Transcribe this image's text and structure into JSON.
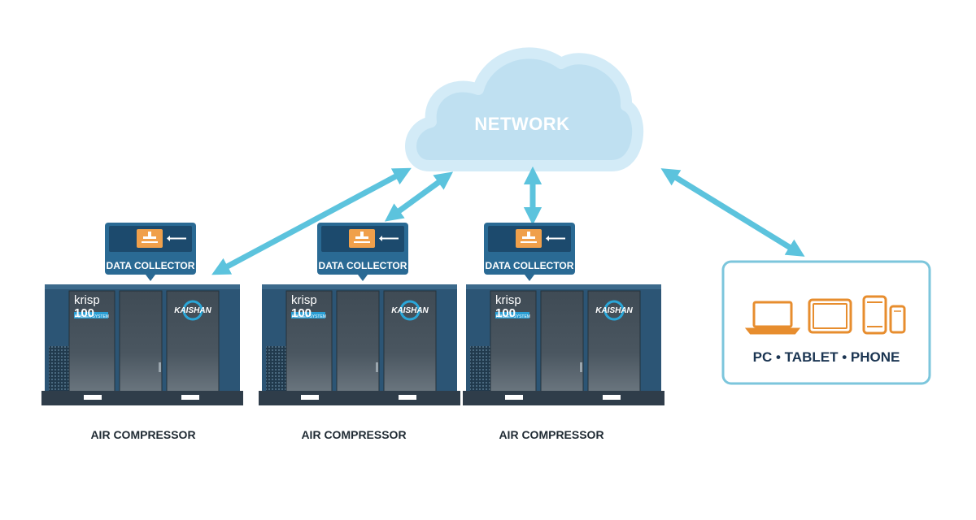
{
  "network": {
    "label": "NETWORK"
  },
  "units": [
    {
      "collector_label": "DATA COLLECTOR",
      "model_name": "krisp",
      "model_number": "100",
      "model_subtitle": "ROLLER SYSTEM",
      "brand": "KAISHAN",
      "caption": "AIR COMPRESSOR"
    },
    {
      "collector_label": "DATA COLLECTOR",
      "model_name": "krisp",
      "model_number": "100",
      "model_subtitle": "ROLLER SYSTEM",
      "brand": "KAISHAN",
      "caption": "AIR COMPRESSOR"
    },
    {
      "collector_label": "DATA COLLECTOR",
      "model_name": "krisp",
      "model_number": "100",
      "model_subtitle": "ROLLER SYSTEM",
      "brand": "KAISHAN",
      "caption": "AIR COMPRESSOR"
    }
  ],
  "devices": {
    "label": "PC • TABLET • PHONE",
    "icons": [
      "laptop-icon",
      "tablet-icon",
      "phone-large-icon",
      "phone-small-icon"
    ]
  },
  "colors": {
    "arrow": "#5cc3dd",
    "cloud_fill": "#bfe0f1",
    "cloud_stroke": "#d3ebf7",
    "collector_body": "#2a6a94",
    "collector_screen": "#1c4a6d",
    "collector_icon": "#f0a04b",
    "compressor_body": "#2c5575",
    "compressor_panel": "#3a4650",
    "device_orange": "#e78d2e",
    "device_box_border": "#7cc6dc",
    "label_dark": "#1f2a33",
    "device_label": "#1b3552"
  }
}
